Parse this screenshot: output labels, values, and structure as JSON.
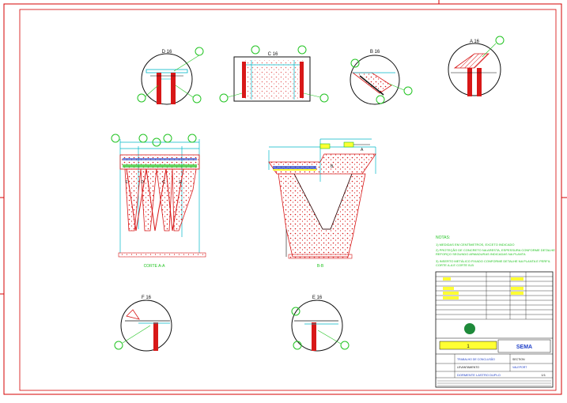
{
  "colors": {
    "frame": "#d40000",
    "outline": "#111111",
    "cyan": "#00b8c8",
    "green": "#22c422",
    "red_fill": "#d81818",
    "yellow": "#ffff33",
    "blue": "#2040c8",
    "hatch": "#b01818"
  },
  "details": {
    "d16": "D 16",
    "c16": "C 16",
    "b16": "B 16",
    "a16": "A 16",
    "f16": "F 16",
    "e16": "E 16"
  },
  "sections": {
    "left": {
      "letters": [
        "F",
        "D",
        "C",
        "E"
      ],
      "caption": "CORTE A-A"
    },
    "right": {
      "letter_a": "A",
      "letter_b": "B",
      "caption": "B-B"
    }
  },
  "notes": {
    "heading": "NOTAS:",
    "lines": [
      "1) MEDIDAS EM CENTÍMETROS, EXCETO INDICADO",
      "2) PROTEÇÃO DE CONCRETO NA ARESTA, ESPESSURA CONFORME DETALHE",
      "   REFORÇO SEGUNDO ARMADURAS INDICADAS NA PLANTA",
      "3) INSERTO METÁLICO FIXADO CONFORME DETALHE NA PLANTA E PERFIL",
      "   CORTE A-A E CORTE B-B"
    ]
  },
  "title_block": {
    "company": "SEMA",
    "badge": "1",
    "drawing_title": "DORMENTE LASTRO DUPLO",
    "field_1": "TRABALHO DE CONCLUSÃO",
    "field_2": "LEVANTAMENTO",
    "field_3": "SECTION",
    "field_4": "VALEPORT",
    "sheet": "1/1"
  }
}
